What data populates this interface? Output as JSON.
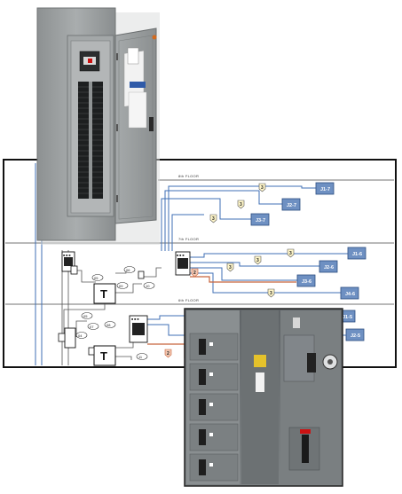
{
  "colors": {
    "wire_blue": "#3f6fb5",
    "wire_orange": "#c8643c",
    "panel_box_fill": "#6e90c2",
    "callout_fill": "#fff6c9",
    "floor_line": "#444444",
    "cabinet_gray": "#9ea2a3",
    "switchgear_gray": "#6f7476"
  },
  "floors": {
    "f8": "8th FLOOR",
    "f7": "7th FLOOR",
    "f6": "6th FLOOR"
  },
  "panels": [
    {
      "label": "J1-7"
    },
    {
      "label": "J2-7"
    },
    {
      "label": "J3-7"
    },
    {
      "label": "J1-6"
    },
    {
      "label": "J2-6"
    },
    {
      "label": "J3-6"
    },
    {
      "label": "J4-6"
    },
    {
      "label": "J1-5"
    },
    {
      "label": "J2-5"
    }
  ],
  "callouts": {
    "c1": "3",
    "c2": "3",
    "c3": "3",
    "c4": "3",
    "c5": "3",
    "c6": "3",
    "c7": "3",
    "orange1": "2",
    "orange2": "2"
  },
  "circuit_tags": {
    "t05": "05",
    "t06": "06",
    "t09": "09",
    "t10": "10",
    "t11": "11",
    "t05b": "05",
    "t07": "07",
    "t08": "08",
    "t04": "04"
  },
  "transformers": {
    "t1": "T",
    "t2": "T"
  },
  "icons": [
    "panelboard-photo",
    "switchgear-photo",
    "transformer-icon",
    "disconnect-icon"
  ]
}
